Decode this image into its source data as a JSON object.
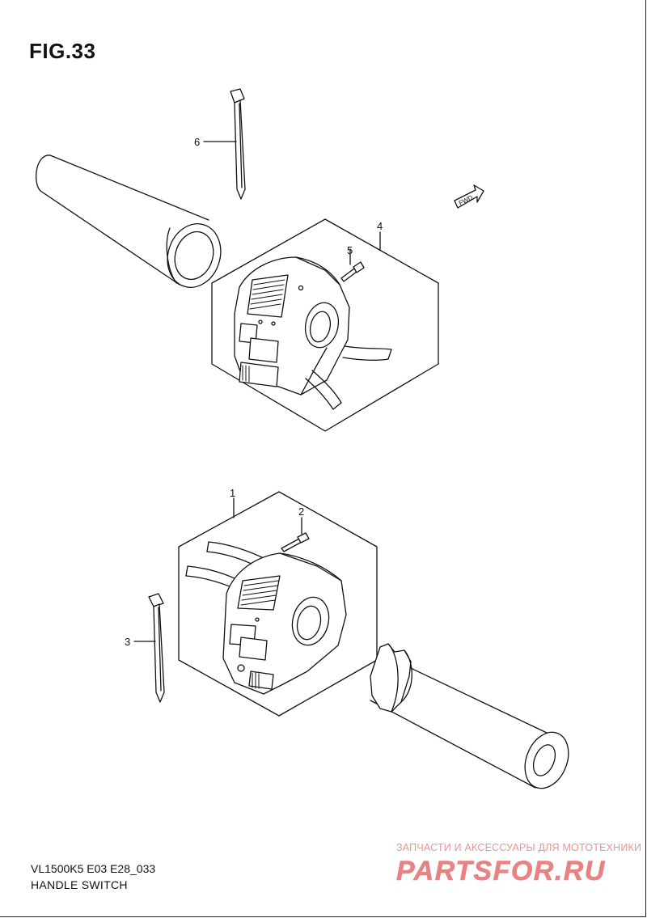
{
  "figure": {
    "title": "FIG.33"
  },
  "callouts": {
    "c1": "1",
    "c2": "2",
    "c3": "3",
    "c4": "4",
    "c5": "5",
    "c6": "6"
  },
  "fwd_mark": "FWD",
  "footer": {
    "model_code": "VL1500K5 E03 E28_033",
    "page_label": "HANDLE SWITCH"
  },
  "watermark": {
    "caption": "ЗАПЧАСТИ И АКСЕССУАРЫ ДЛЯ МОТОТЕХНИКИ",
    "logo_text": "PARTSFOR.RU",
    "color": "#e05a5a"
  }
}
